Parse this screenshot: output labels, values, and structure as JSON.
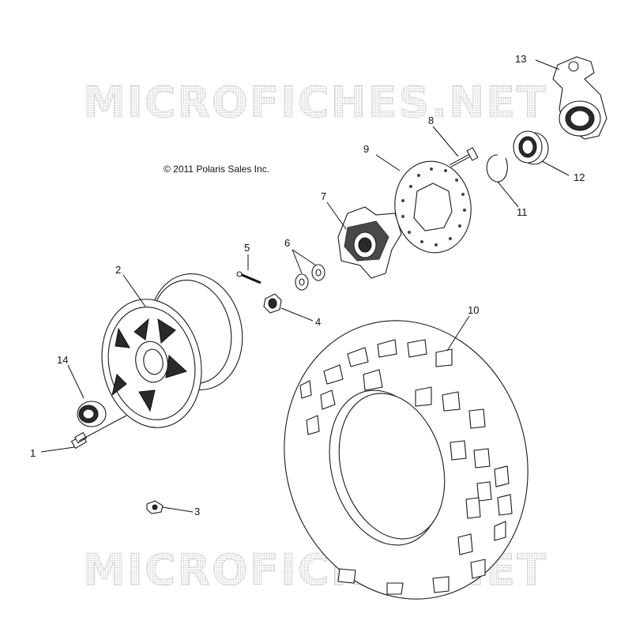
{
  "watermark": {
    "text": "MICROFICHES.NET"
  },
  "copyright": "© 2011 Polaris Sales Inc.",
  "callouts": {
    "c1": "1",
    "c2": "2",
    "c3": "3",
    "c4": "4",
    "c5": "5",
    "c6": "6",
    "c7": "7",
    "c8": "8",
    "c9": "9",
    "c10": "10",
    "c11": "11",
    "c12": "12",
    "c13": "13",
    "c14": "14"
  },
  "colors": {
    "line": "#111111",
    "watermark": "#cfcfcf",
    "background": "#ffffff"
  }
}
